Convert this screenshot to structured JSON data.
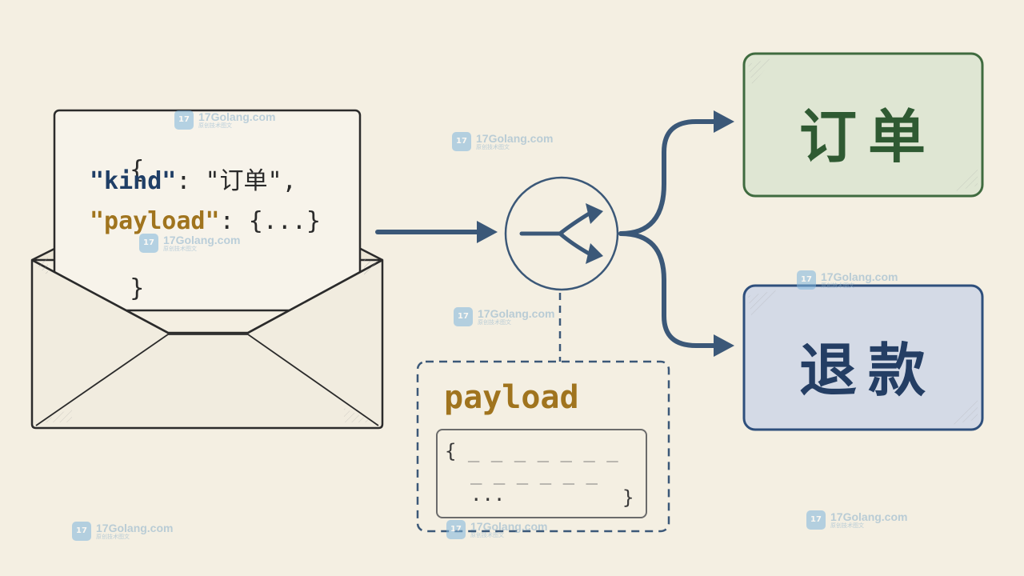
{
  "envelope": {
    "json_open": "{",
    "kind_key": "\"kind\"",
    "kind_sep": ": ",
    "kind_value": "\"订单\",",
    "payload_key": "\"payload\"",
    "payload_sep": ": ",
    "payload_value": "{...}",
    "json_close": "}"
  },
  "router": {
    "icon": "split-arrow-icon"
  },
  "targets": {
    "order_label": "订单",
    "refund_label": "退款"
  },
  "payload_panel": {
    "title": "payload",
    "line1_open": "{ ",
    "line1_dashes": "_ _ _ _ _ _ _",
    "line2_dashes": "_ _ _ _ _ _",
    "line3_dots": "...",
    "line3_close": "}"
  },
  "colors": {
    "background": "#f4efe2",
    "arrow": "#3b5878",
    "order_fill": "#dfe6d3",
    "order_border": "#3f6b3f",
    "order_text": "#2f5a32",
    "refund_fill": "#d4dae6",
    "refund_border": "#2e4f7c",
    "refund_text": "#243e64",
    "key_blue": "#1f3e66",
    "key_gold": "#a0741e"
  },
  "watermark": {
    "text": "17Golang.com",
    "sub": "原创技术图文"
  }
}
